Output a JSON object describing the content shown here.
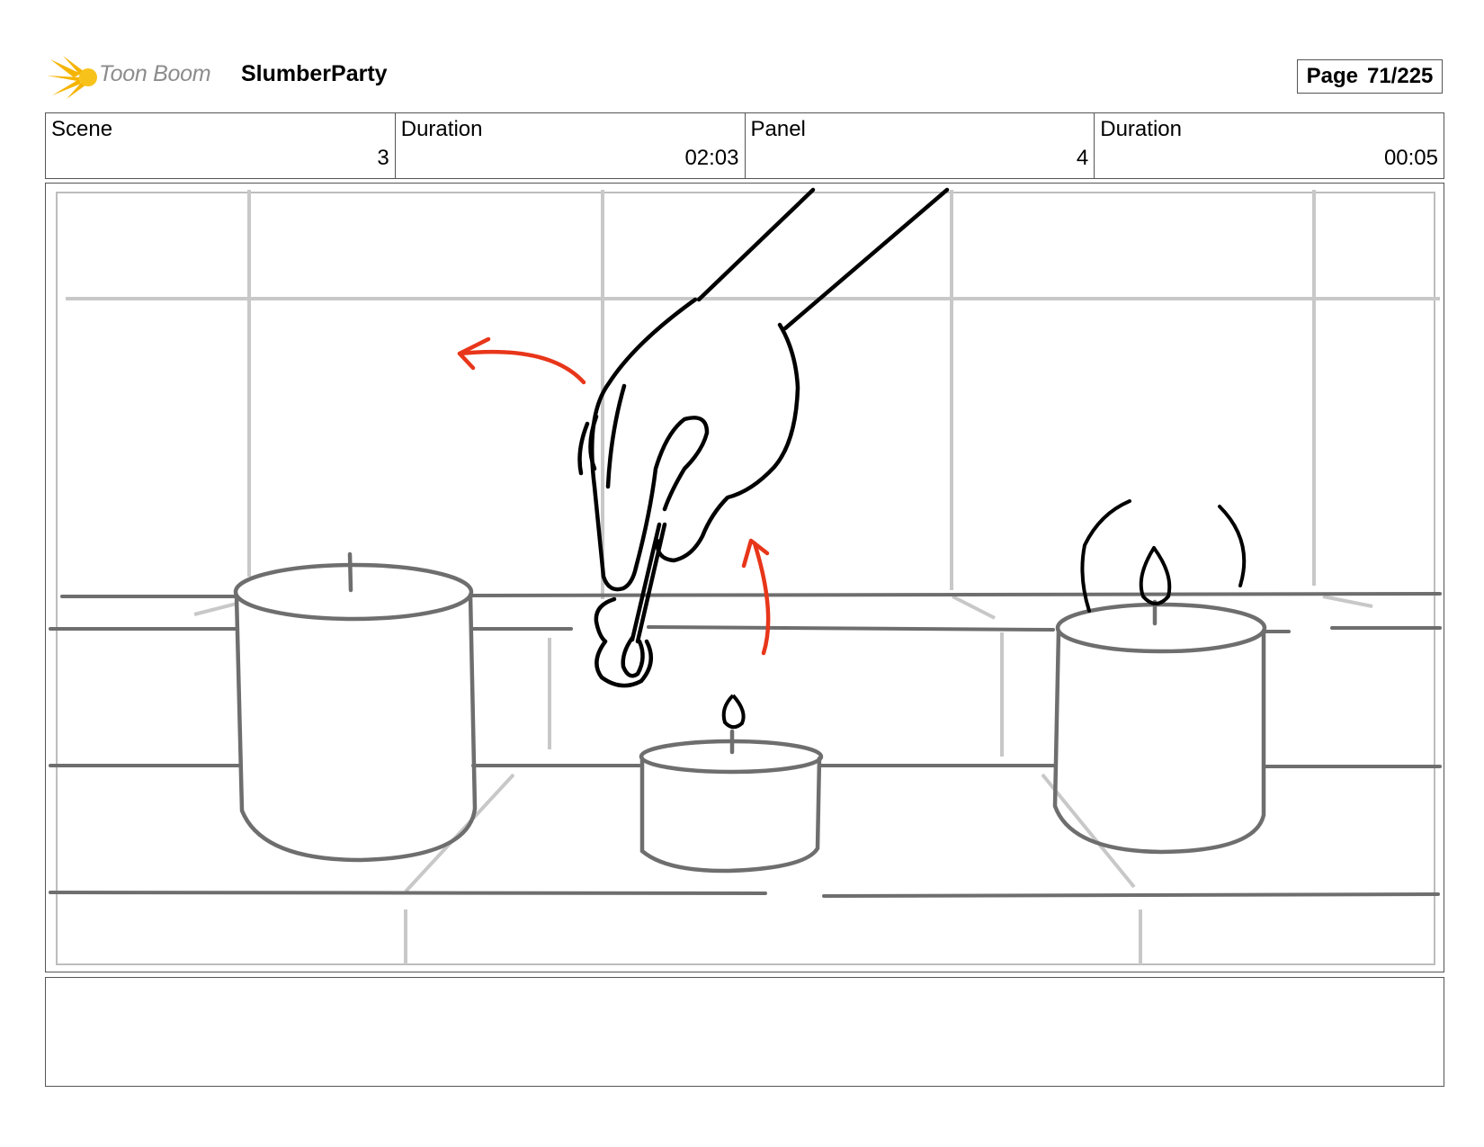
{
  "header": {
    "logo_text": "Toon Boom",
    "project_title": "SlumberParty",
    "page_label": "Page",
    "page_number": "71/225"
  },
  "info": [
    {
      "label": "Scene",
      "value": "3"
    },
    {
      "label": "Duration",
      "value": "02:03"
    },
    {
      "label": "Panel",
      "value": "4"
    },
    {
      "label": "Duration",
      "value": "00:05"
    }
  ],
  "panel": {
    "icons": [
      "hand-holding-match",
      "candle-large-left",
      "candle-small-center",
      "candle-large-right",
      "motion-arrow"
    ],
    "colors": {
      "sketch": "#000000",
      "candles": "#6e6e6e",
      "guides": "#c8c8c8",
      "arrows": "#e8361a"
    }
  },
  "notes": {
    "text": ""
  }
}
